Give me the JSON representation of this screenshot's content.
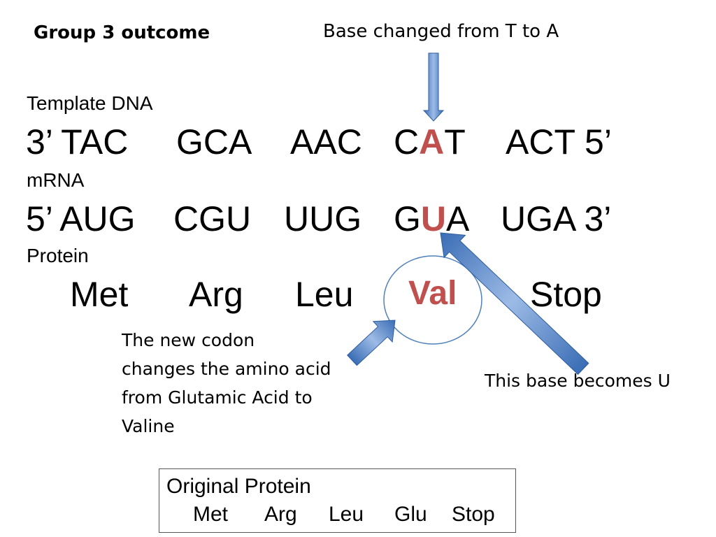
{
  "heading": "Group 3 outcome",
  "top_note": "Base changed from T to A",
  "template_dna": {
    "label": "Template DNA",
    "prefix": "3’",
    "codons": [
      "TAC",
      "GCA",
      "AAC"
    ],
    "mutated_codon": {
      "before": "C",
      "changed": "A",
      "after": "T"
    },
    "last_codon": "ACT",
    "suffix": "5’"
  },
  "mrna": {
    "label": "mRNA",
    "prefix": "5’",
    "codons": [
      "AUG",
      "CGU",
      "UUG"
    ],
    "mutated_codon": {
      "before": "G",
      "changed": "U",
      "after": "A"
    },
    "last_codon": "UGA",
    "suffix": "3’"
  },
  "protein": {
    "label": "Protein",
    "amino_acids": [
      "Met",
      "Arg",
      "Leu",
      "Val",
      "Stop"
    ]
  },
  "left_note": [
    "The new codon",
    "changes the amino acid",
    "from Glutamic Acid to",
    "Valine"
  ],
  "right_note": "This base becomes U",
  "original_protein": {
    "title": "Original Protein",
    "amino_acids": [
      "Met",
      "Arg",
      "Leu",
      "Glu",
      "Stop"
    ]
  },
  "colors": {
    "highlight": "#c0504d",
    "arrow": "#4f81bd",
    "circle": "#4f81bd"
  }
}
